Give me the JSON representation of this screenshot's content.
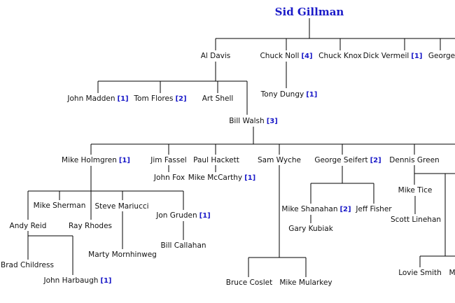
{
  "tree": {
    "nodes": [
      {
        "id": "sid_gillman",
        "name": "Sid Gillman",
        "badge": "",
        "root": true
      },
      {
        "id": "al_davis",
        "name": "Al Davis",
        "badge": ""
      },
      {
        "id": "chuck_noll",
        "name": "Chuck Noll",
        "badge": "[4]"
      },
      {
        "id": "chuck_knox",
        "name": "Chuck Knox",
        "badge": ""
      },
      {
        "id": "dick_vermeil",
        "name": "Dick Vermeil",
        "badge": "[1]"
      },
      {
        "id": "george",
        "name": "George",
        "badge": ""
      },
      {
        "id": "john_madden",
        "name": "John Madden",
        "badge": "[1]"
      },
      {
        "id": "tom_flores",
        "name": "Tom Flores",
        "badge": "[2]"
      },
      {
        "id": "art_shell",
        "name": "Art Shell",
        "badge": ""
      },
      {
        "id": "tony_dungy",
        "name": "Tony Dungy",
        "badge": "[1]"
      },
      {
        "id": "bill_walsh",
        "name": "Bill Walsh",
        "badge": "[3]"
      },
      {
        "id": "mike_holmgren",
        "name": "Mike Holmgren",
        "badge": "[1]"
      },
      {
        "id": "jim_fassel",
        "name": "Jim Fassel",
        "badge": ""
      },
      {
        "id": "paul_hackett",
        "name": "Paul Hackett",
        "badge": ""
      },
      {
        "id": "sam_wyche",
        "name": "Sam Wyche",
        "badge": ""
      },
      {
        "id": "george_seifert",
        "name": "George Seifert",
        "badge": "[2]"
      },
      {
        "id": "dennis_green",
        "name": "Dennis Green",
        "badge": ""
      },
      {
        "id": "john_fox",
        "name": "John Fox",
        "badge": ""
      },
      {
        "id": "mike_mccarthy",
        "name": "Mike McCarthy",
        "badge": "[1]"
      },
      {
        "id": "mike_sherman",
        "name": "Mike Sherman",
        "badge": ""
      },
      {
        "id": "steve_mariucci",
        "name": "Steve Mariucci",
        "badge": ""
      },
      {
        "id": "jon_gruden",
        "name": "Jon Gruden",
        "badge": "[1]"
      },
      {
        "id": "andy_reid",
        "name": "Andy Reid",
        "badge": ""
      },
      {
        "id": "ray_rhodes",
        "name": "Ray Rhodes",
        "badge": ""
      },
      {
        "id": "marty_mornhinweg",
        "name": "Marty Mornhinweg",
        "badge": ""
      },
      {
        "id": "bill_callahan",
        "name": "Bill Callahan",
        "badge": ""
      },
      {
        "id": "brad_childress",
        "name": "Brad Childress",
        "badge": ""
      },
      {
        "id": "john_harbaugh",
        "name": "John Harbaugh",
        "badge": "[1]"
      },
      {
        "id": "mike_shanahan",
        "name": "Mike Shanahan",
        "badge": "[2]"
      },
      {
        "id": "jeff_fisher",
        "name": "Jeff Fisher",
        "badge": ""
      },
      {
        "id": "gary_kubiak",
        "name": "Gary Kubiak",
        "badge": ""
      },
      {
        "id": "bruce_coslet",
        "name": "Bruce Coslet",
        "badge": ""
      },
      {
        "id": "mike_mularkey",
        "name": "Mike Mularkey",
        "badge": ""
      },
      {
        "id": "mike_tice",
        "name": "Mike Tice",
        "badge": ""
      },
      {
        "id": "scott_linehan",
        "name": "Scott Linehan",
        "badge": ""
      },
      {
        "id": "lovie_smith",
        "name": "Lovie Smith",
        "badge": ""
      },
      {
        "id": "m_cut",
        "name": "M",
        "badge": ""
      }
    ],
    "colors": {
      "text": "#111111",
      "badge": "#1a1ac8",
      "title": "#1a1ac8",
      "line": "#000000"
    }
  }
}
